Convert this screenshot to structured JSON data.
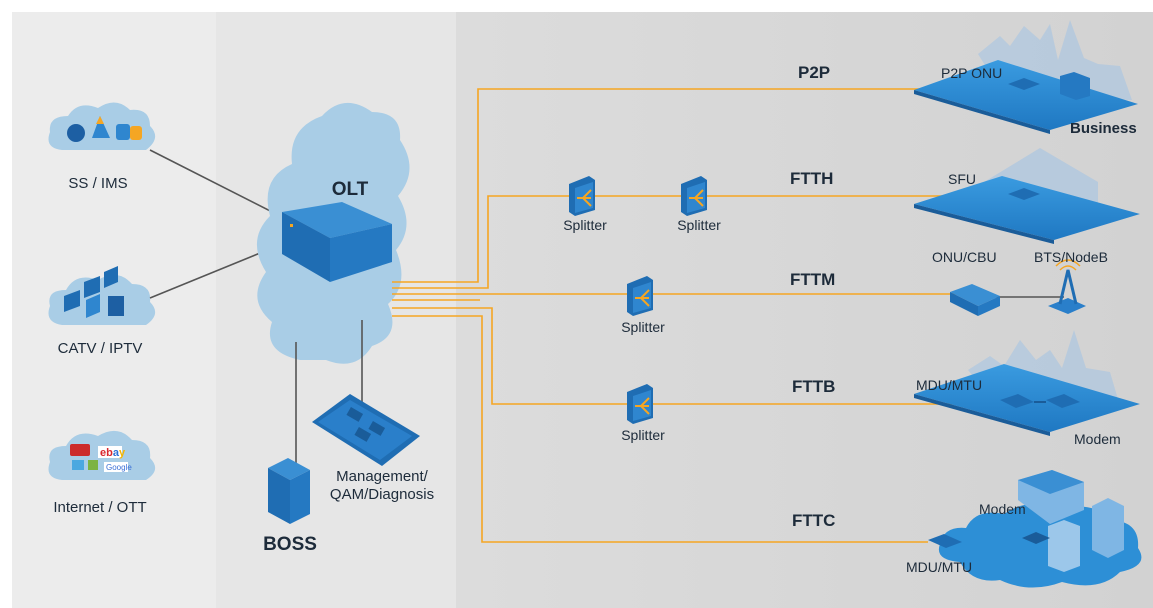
{
  "diagram": {
    "core": {
      "olt_label": "OLT",
      "boss_label": "BOSS",
      "management_label": "Management/\nQAM/Diagnosis"
    },
    "services": [
      {
        "id": "ss-ims",
        "label": "SS / IMS"
      },
      {
        "id": "catv-iptv",
        "label": "CATV / IPTV"
      },
      {
        "id": "internet-ott",
        "label": "Internet / OTT"
      }
    ],
    "branches": [
      {
        "id": "p2p",
        "label": "P2P"
      },
      {
        "id": "ftth",
        "label": "FTTH"
      },
      {
        "id": "fttm",
        "label": "FTTM"
      },
      {
        "id": "fttb",
        "label": "FTTB"
      },
      {
        "id": "fttc",
        "label": "FTTC"
      }
    ],
    "splitter_label": "Splitter",
    "endpoints": {
      "p2p_onu": "P2P ONU",
      "business": "Business",
      "sfu": "SFU",
      "onu_cbu": "ONU/CBU",
      "bts_nodeb": "BTS/NodeB",
      "fttb_mdu_mtu": "MDU/MTU",
      "fttb_modem": "Modem",
      "fttc_modem": "Modem",
      "fttc_mdu_mtu": "MDU/MTU"
    },
    "logos": [
      "YouTube",
      "ebay",
      "Google"
    ],
    "colors": {
      "fiber": "#f5a623",
      "cloud": "#a9cde6",
      "device": "#1d6fb5",
      "platform": "#2d8fd6",
      "panel_left": "#ececec",
      "panel_mid": "#e3e3e3",
      "panel_right": "#d6d6d6"
    }
  }
}
